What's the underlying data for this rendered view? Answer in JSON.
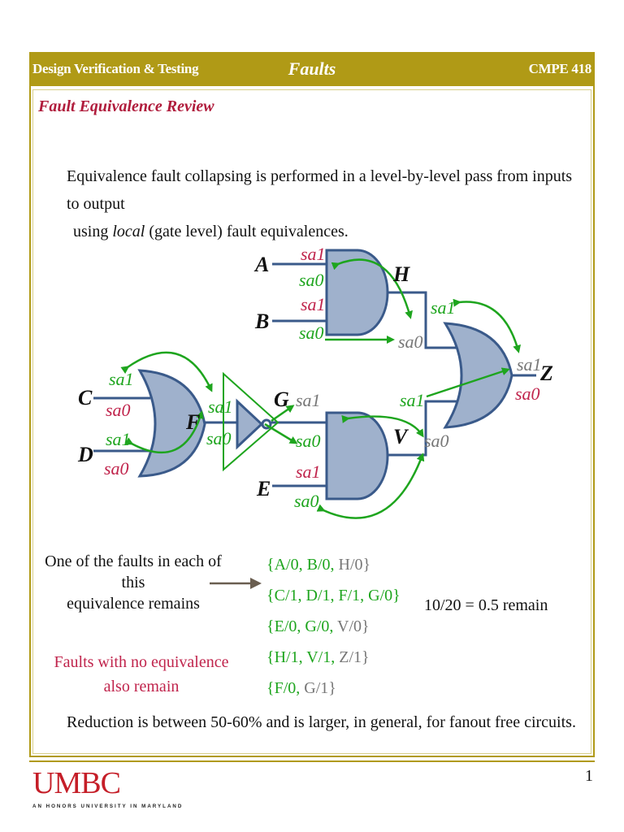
{
  "header": {
    "left": "Design Verification & Testing",
    "center": "Faults",
    "right": "CMPE 418"
  },
  "slide": {
    "title": "Fault Equivalence Review",
    "intro_line1": "Equivalence fault collapsing is performed in a level-by-level pass from inputs to output",
    "intro_line2_pre": "using ",
    "intro_line2_em": "local",
    "intro_line2_post": " (gate level) fault equivalences."
  },
  "circuit": {
    "signals": {
      "A": "A",
      "B": "B",
      "C": "C",
      "D": "D",
      "E": "E",
      "F": "F",
      "G": "G",
      "H": "H",
      "V": "V",
      "Z": "Z"
    },
    "faults": {
      "sa1": "sa1",
      "sa0": "sa0"
    },
    "colors": {
      "red": "#c0244c",
      "green": "#1ea51e",
      "gray": "#777777",
      "gate_fill": "#9fb1cc",
      "gate_stroke": "#3a5a8a",
      "wire": "#3a5a8a"
    }
  },
  "equivalence": {
    "label_line1": "One of the faults in each of this",
    "label_line2": "equivalence remains",
    "classes": [
      {
        "main": "{A/0, B/0, ",
        "gray": "H/0}"
      },
      {
        "main": "{C/1, D/1, F/1, G/0}",
        "gray": ""
      },
      {
        "main": "{E/0, G/0, ",
        "gray": "V/0}"
      },
      {
        "main": "{H/1, V/1, ",
        "gray": "Z/1}"
      },
      {
        "main": "{F/0, ",
        "gray": "G/1}"
      }
    ],
    "ratio": "10/20 = 0.5 remain"
  },
  "noeq": {
    "line1": "Faults with no equivalence",
    "line2": "also remain"
  },
  "reduction": "Reduction is between 50-60% and is larger, in general, for fanout free circuits.",
  "footer": {
    "logo": "UMBC",
    "tagline": "AN HONORS UNIVERSITY IN MARYLAND",
    "page": "1"
  }
}
